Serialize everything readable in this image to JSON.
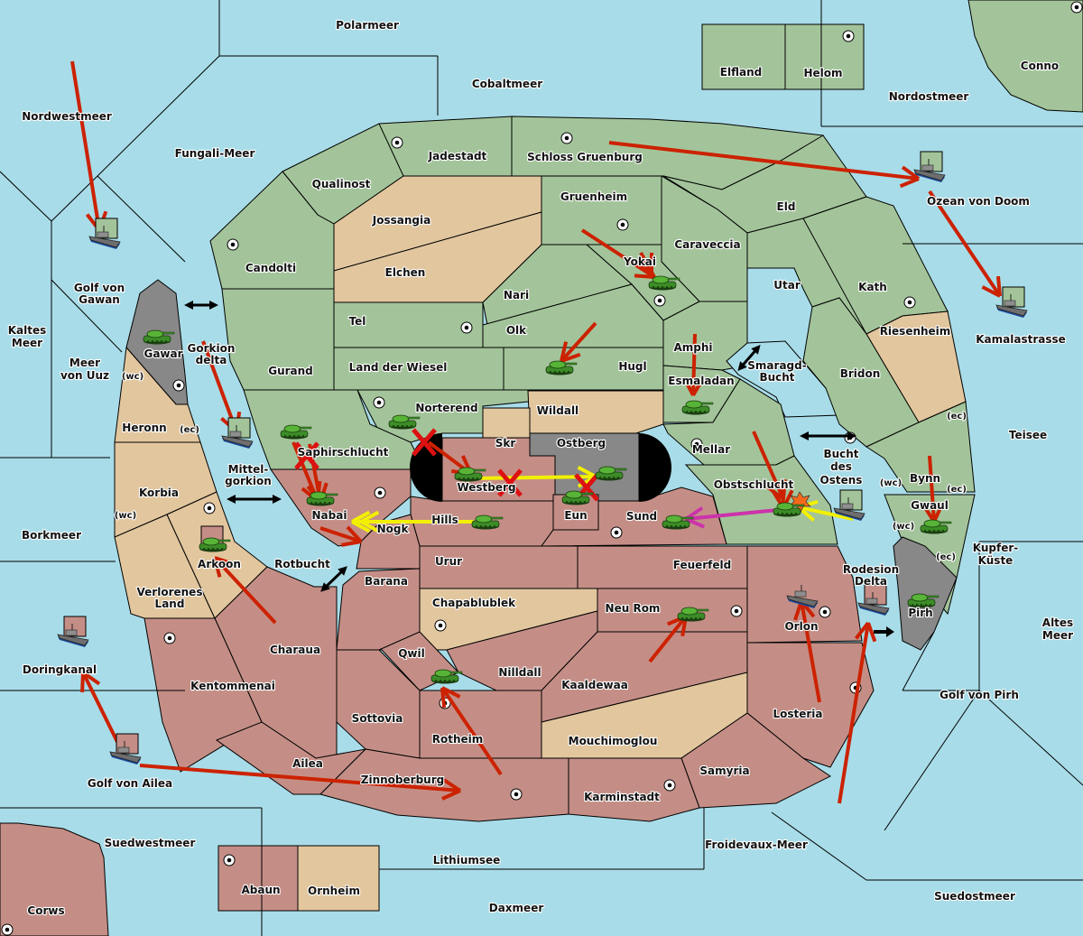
{
  "map": {
    "title": "Diplomacy map",
    "colors": {
      "sea": "#a8dce8",
      "green_power": "#a3c49a",
      "red_power": "#c48e86",
      "neutral": "#e2c69e",
      "impassable": "#888888",
      "black": "#000000",
      "order_move": "#cc2200",
      "order_support": "#f2f000",
      "order_convoy": "#cc33aa"
    },
    "sea_regions": [
      "Polarmeer",
      "Cobaltmeer",
      "Nordwestmeer",
      "Fungali-Meer",
      "Nordostmeer",
      "Ozean von Doom",
      "Golf von Gawan",
      "Kaltes Meer",
      "Meer von Uuz",
      "Gorkion delta",
      "Mittel-gorkion",
      "Borkmeer",
      "Rotbucht",
      "Smaragd-Bucht",
      "Bucht des Ostens",
      "Kamalastrasse",
      "Teisee",
      "Kupfer-Küste",
      "Rodesion Delta",
      "Altes Meer",
      "Golf von Pirh",
      "Doringkanal",
      "Golf von Ailea",
      "Suedwestmeer",
      "Lithiumsee",
      "Daxmeer",
      "Froidevaux-Meer",
      "Suedostmeer"
    ],
    "territories": {
      "green": [
        "Elfland",
        "Helom",
        "Conno",
        "Jadestadt",
        "Schloss Gruenburg",
        "Qualinost",
        "Gruenheim",
        "Eld",
        "Candolti",
        "Caraveccia",
        "Yokai",
        "Nari",
        "Utar",
        "Kath",
        "Tel",
        "Olk",
        "Gurand",
        "Land der Wiesel",
        "Hugl",
        "Amphi",
        "Esmaladan",
        "Bridon",
        "Norterend",
        "Saphirschlucht",
        "Mellar",
        "Obstschlucht",
        "Bynn",
        "Gwaul"
      ],
      "red": [
        "Nabai",
        "Westberg",
        "Eun",
        "Sund",
        "Hills",
        "Nogk",
        "Urur",
        "Feuerfeld",
        "Barana",
        "Neu Rom",
        "Orlon",
        "Charaua",
        "Qwil",
        "Nilldall",
        "Kaaldewaa",
        "Kentommenai",
        "Sottovia",
        "Rotheim",
        "Losteria",
        "Ailea",
        "Zinnoberburg",
        "Samyria",
        "Karminstadt",
        "Abaun",
        "Corws"
      ],
      "neutral": [
        "Jossangia",
        "Elchen",
        "Wildall",
        "Skr",
        "Riesenheim",
        "Heronn",
        "Korbia",
        "Verlorenes Land",
        "Arkoon",
        "Chapablublek",
        "Mouchimoglou",
        "Ornheim"
      ],
      "impassable": [
        "Gawar",
        "Ostberg",
        "Pirh"
      ]
    },
    "labels": [
      {
        "text": "Polarmeer"
      },
      {
        "text": "Cobaltmeer"
      },
      {
        "text": "Elfland"
      },
      {
        "text": "Helom"
      },
      {
        "text": "Conno"
      },
      {
        "text": "Nordwestmeer"
      },
      {
        "text": "Nordostmeer"
      },
      {
        "text": "Fungali-Meer"
      },
      {
        "text": "Jadestadt"
      },
      {
        "text": "Schloss Gruenburg"
      },
      {
        "text": "Qualinost"
      },
      {
        "text": "Ozean von Doom"
      },
      {
        "text": "Jossangia"
      },
      {
        "text": "Gruenheim"
      },
      {
        "text": "Eld"
      },
      {
        "text": "Caraveccia"
      },
      {
        "text": "Candolti"
      },
      {
        "text": "Elchen"
      },
      {
        "text": "Yokai"
      },
      {
        "text": "Golf von"
      },
      {
        "text": "Gawan"
      },
      {
        "text": "Nari"
      },
      {
        "text": "Utar"
      },
      {
        "text": "Kath"
      },
      {
        "text": "Kamalastrasse"
      },
      {
        "text": "Tel"
      },
      {
        "text": "Olk"
      },
      {
        "text": "Riesenheim"
      },
      {
        "text": "Kaltes"
      },
      {
        "text": "Meer"
      },
      {
        "text": "Gawar"
      },
      {
        "text": "Gorkion"
      },
      {
        "text": "delta"
      },
      {
        "text": "Amphi"
      },
      {
        "text": "Smaragd-"
      },
      {
        "text": "Bucht"
      },
      {
        "text": "Meer"
      },
      {
        "text": "von Uuz"
      },
      {
        "text": "(wc)"
      },
      {
        "text": "Gurand"
      },
      {
        "text": "Land der Wiesel"
      },
      {
        "text": "Hugl"
      },
      {
        "text": "Bridon"
      },
      {
        "text": "Esmaladan"
      },
      {
        "text": "Heronn"
      },
      {
        "text": "(ec)"
      },
      {
        "text": "Norterend"
      },
      {
        "text": "Wildall"
      },
      {
        "text": "(ec)"
      },
      {
        "text": "Teisee"
      },
      {
        "text": "Skr"
      },
      {
        "text": "Ostberg"
      },
      {
        "text": "Saphirschlucht"
      },
      {
        "text": "Mittel-"
      },
      {
        "text": "gorkion"
      },
      {
        "text": "Mellar"
      },
      {
        "text": "Bucht"
      },
      {
        "text": "des"
      },
      {
        "text": "Ostens"
      },
      {
        "text": "Bynn"
      },
      {
        "text": "(wc)"
      },
      {
        "text": "(ec)"
      },
      {
        "text": "Westberg"
      },
      {
        "text": "Obstschlucht"
      },
      {
        "text": "Korbia"
      },
      {
        "text": "Gwaul"
      },
      {
        "text": "(wc)"
      },
      {
        "text": "Nabai"
      },
      {
        "text": "Hills"
      },
      {
        "text": "Eun"
      },
      {
        "text": "Sund"
      },
      {
        "text": "(wc)"
      },
      {
        "text": "Nogk"
      },
      {
        "text": "Borkmeer"
      },
      {
        "text": "Kupfer-"
      },
      {
        "text": "Küste"
      },
      {
        "text": "(ec)"
      },
      {
        "text": "Arkoon"
      },
      {
        "text": "Rotbucht"
      },
      {
        "text": "Urur"
      },
      {
        "text": "Feuerfeld"
      },
      {
        "text": "Rodesion"
      },
      {
        "text": "Barana"
      },
      {
        "text": "Delta"
      },
      {
        "text": "Verlorenes"
      },
      {
        "text": "Land"
      },
      {
        "text": "Chapablublek"
      },
      {
        "text": "Neu Rom"
      },
      {
        "text": "Pirh"
      },
      {
        "text": "Orlon"
      },
      {
        "text": "Altes"
      },
      {
        "text": "Meer"
      },
      {
        "text": "Doringkanal"
      },
      {
        "text": "Charaua"
      },
      {
        "text": "Qwil"
      },
      {
        "text": "Nilldall"
      },
      {
        "text": "Kentommenai"
      },
      {
        "text": "Kaaldewaa"
      },
      {
        "text": "Golf von Pirh"
      },
      {
        "text": "Losteria"
      },
      {
        "text": "Sottovia"
      },
      {
        "text": "Rotheim"
      },
      {
        "text": "Mouchimoglou"
      },
      {
        "text": "Ailea"
      },
      {
        "text": "Samyria"
      },
      {
        "text": "Golf von Ailea"
      },
      {
        "text": "Zinnoberburg"
      },
      {
        "text": "Karminstadt"
      },
      {
        "text": "Suedwestmeer"
      },
      {
        "text": "Froidevaux-Meer"
      },
      {
        "text": "Lithiumsee"
      },
      {
        "text": "Abaun"
      },
      {
        "text": "Ornheim"
      },
      {
        "text": "Suedostmeer"
      },
      {
        "text": "Daxmeer"
      },
      {
        "text": "Corws"
      }
    ],
    "units": [
      {
        "type": "fleet",
        "owner": "green",
        "location": "Golf von Gawan"
      },
      {
        "type": "fleet",
        "owner": "green",
        "location": "Ozean von Doom"
      },
      {
        "type": "fleet",
        "owner": "green",
        "location": "Kamalastrasse"
      },
      {
        "type": "fleet",
        "owner": "green",
        "location": "Mittel-gorkion"
      },
      {
        "type": "fleet",
        "owner": "green",
        "location": "Bucht des Ostens"
      },
      {
        "type": "fleet",
        "owner": "red",
        "location": "Rodesion Delta"
      },
      {
        "type": "fleet",
        "owner": "red",
        "location": "Orlon"
      },
      {
        "type": "fleet",
        "owner": "red",
        "location": "Doringkanal"
      },
      {
        "type": "fleet",
        "owner": "red",
        "location": "Golf von Ailea"
      },
      {
        "type": "army",
        "owner": "green",
        "location": "Gawar"
      },
      {
        "type": "army",
        "owner": "green",
        "location": "Yokai"
      },
      {
        "type": "army",
        "owner": "green",
        "location": "Hugl"
      },
      {
        "type": "army",
        "owner": "green",
        "location": "Esmaladan"
      },
      {
        "type": "army",
        "owner": "green",
        "location": "Norterend"
      },
      {
        "type": "army",
        "owner": "green",
        "location": "Saphirschlucht"
      },
      {
        "type": "army",
        "owner": "green",
        "location": "Nabai"
      },
      {
        "type": "army",
        "owner": "green",
        "location": "Westberg"
      },
      {
        "type": "army",
        "owner": "green",
        "location": "Ostberg"
      },
      {
        "type": "army",
        "owner": "green",
        "location": "Eun"
      },
      {
        "type": "army",
        "owner": "green",
        "location": "Hills"
      },
      {
        "type": "army",
        "owner": "green",
        "location": "Sund"
      },
      {
        "type": "army",
        "owner": "green",
        "location": "Obstschlucht"
      },
      {
        "type": "army",
        "owner": "green",
        "location": "Gwaul"
      },
      {
        "type": "army",
        "owner": "green",
        "location": "Pirh"
      },
      {
        "type": "army",
        "owner": "red",
        "location": "Arkoon"
      },
      {
        "type": "army",
        "owner": "red",
        "location": "Qwil"
      },
      {
        "type": "army",
        "owner": "red",
        "location": "Neu Rom"
      }
    ],
    "order_types": {
      "move": "red arrow",
      "support": "yellow arrow",
      "convoy": "magenta arrow",
      "failed": "red X",
      "dislodged": "explosion"
    }
  }
}
